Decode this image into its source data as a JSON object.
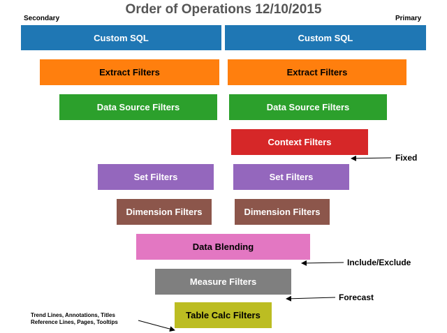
{
  "title": "Order of Operations 12/10/2015",
  "columns": {
    "secondary": "Secondary",
    "primary": "Primary"
  },
  "boxes": {
    "custom_sql": "Custom SQL",
    "extract_filters": "Extract Filters",
    "data_source_filters": "Data Source Filters",
    "context_filters": "Context Filters",
    "set_filters": "Set Filters",
    "dimension_filters": "Dimension Filters",
    "data_blending": "Data Blending",
    "measure_filters": "Measure Filters",
    "table_calc_filters": "Table Calc Filters"
  },
  "notes": {
    "fixed": "Fixed",
    "include_exclude": "Include/Exclude",
    "forecast": "Forecast",
    "trend_line1": "Trend Lines, Annotations, Titles",
    "trend_line2": "Reference Lines, Pages, Tooltips"
  },
  "colors": {
    "custom_sql": "#1f77b4",
    "extract_filters": "#ff7f0e",
    "data_source_filters": "#2ca02c",
    "context_filters": "#d62728",
    "set_filters": "#9467bd",
    "dimension_filters": "#8c564b",
    "data_blending": "#e377c2",
    "measure_filters": "#7f7f7f",
    "table_calc_filters": "#bcbd22"
  }
}
